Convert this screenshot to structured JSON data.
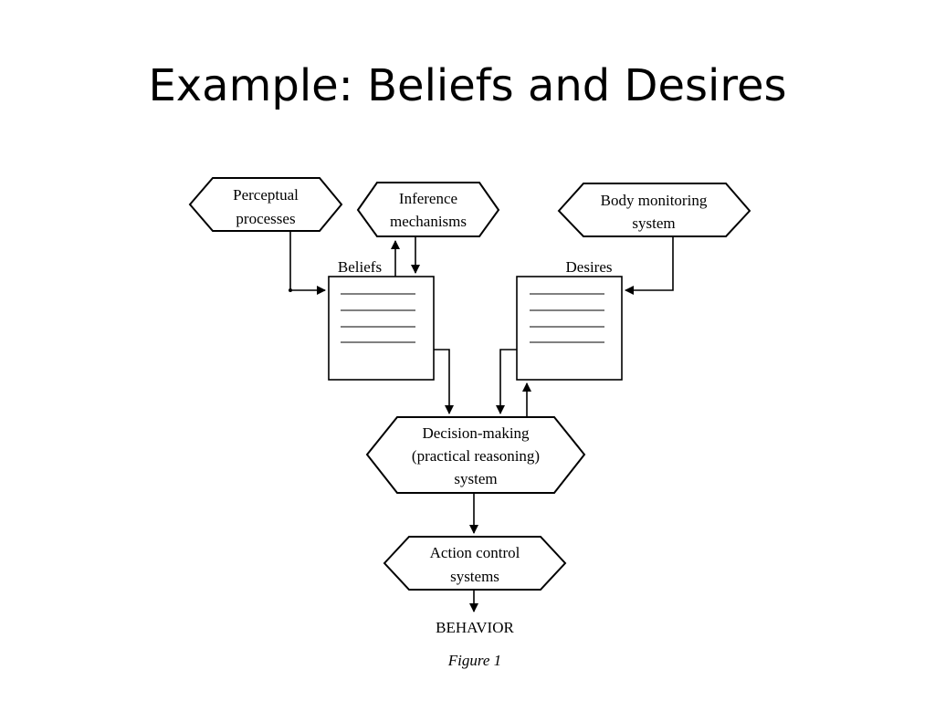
{
  "slide": {
    "title": "Example: Beliefs and Desires"
  },
  "diagram": {
    "nodes": {
      "perceptual": {
        "line1": "Perceptual",
        "line2": "processes"
      },
      "inference": {
        "line1": "Inference",
        "line2": "mechanisms"
      },
      "body": {
        "line1": "Body monitoring",
        "line2": "system"
      },
      "decision": {
        "line1": "Decision-making",
        "line2": "(practical reasoning)",
        "line3": "system"
      },
      "action": {
        "line1": "Action control",
        "line2": "systems"
      }
    },
    "stores": {
      "beliefs": {
        "label": "Beliefs"
      },
      "desires": {
        "label": "Desires"
      }
    },
    "output_label": "BEHAVIOR",
    "caption": "Figure 1"
  }
}
